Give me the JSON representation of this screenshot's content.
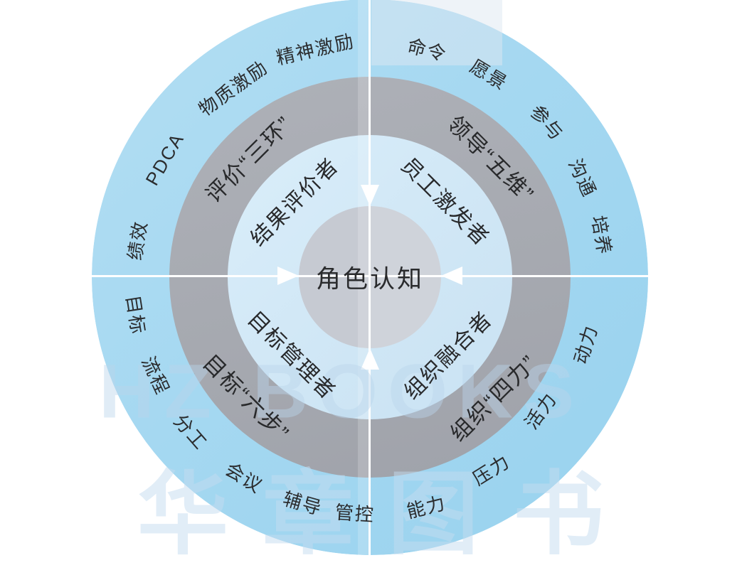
{
  "center": {
    "label": "角色认知"
  },
  "quadrants": [
    {
      "position": "top-left",
      "role": "结果评价者",
      "method": "评价“三环”",
      "keywords": [
        "绩效",
        "PDCA",
        "物质激励",
        "精神激励"
      ]
    },
    {
      "position": "top-right",
      "role": "员工激发者",
      "method": "领导“五维”",
      "keywords": [
        "命令",
        "愿景",
        "参与",
        "沟通",
        "培养"
      ]
    },
    {
      "position": "bottom-left",
      "role": "目标管理者",
      "method": "目标“六步”",
      "keywords": [
        "目标",
        "流程",
        "分工",
        "会议",
        "辅导",
        "管控"
      ]
    },
    {
      "position": "bottom-right",
      "role": "组织融合者",
      "method": "组织“四力”",
      "keywords": [
        "能力",
        "压力",
        "活力",
        "动力"
      ]
    }
  ],
  "watermark": {
    "latin": "HZ BOOKS",
    "cjk": "华章图书"
  },
  "colors": {
    "outer_ring": "#a5d8f1",
    "methods_ring": "#a6a9b0",
    "roles_ring": "#cfe6f5",
    "center_circle": "#c9cdd5",
    "divider": "#ffffff",
    "text": "#2b2c2e"
  }
}
